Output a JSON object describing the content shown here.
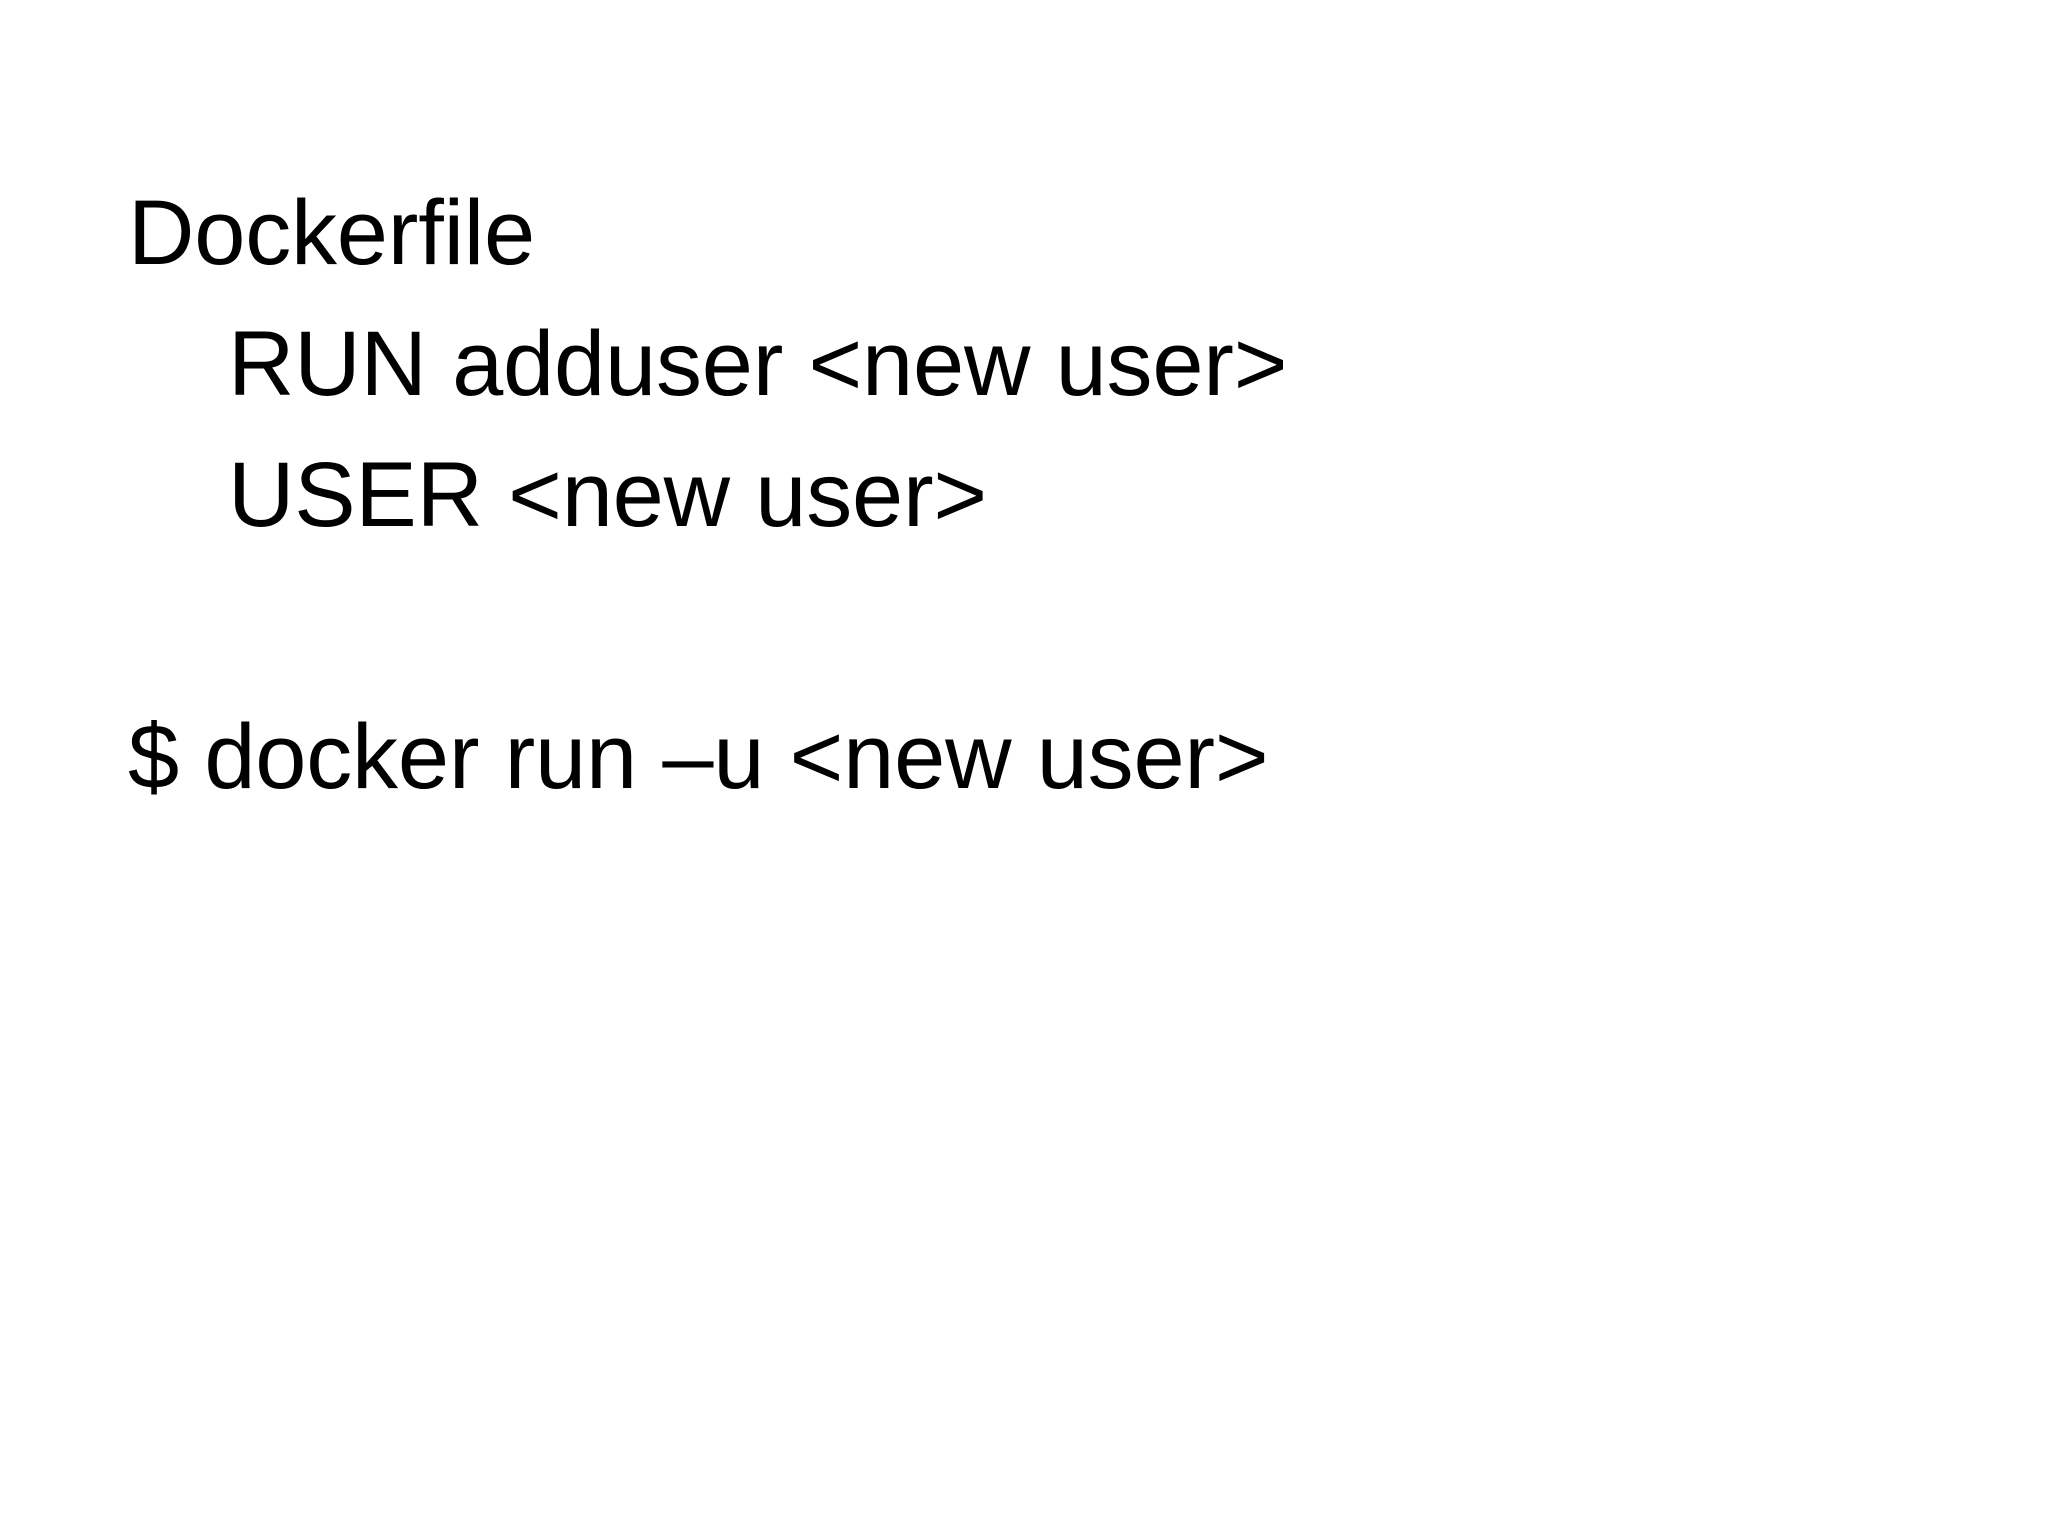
{
  "slide": {
    "background_color": "#ffffff",
    "text_color": "#000000",
    "lines": [
      {
        "id": "dockerfile-heading",
        "text": "Dockerfile",
        "indent_level": 0
      },
      {
        "id": "run-adduser",
        "text": "RUN adduser <new user>",
        "indent_level": 1
      },
      {
        "id": "user-directive",
        "text": "USER <new user>",
        "indent_level": 1
      },
      {
        "id": "spacer",
        "text": "",
        "indent_level": 0
      },
      {
        "id": "docker-run-command",
        "text": "$ docker run –u <new user>",
        "indent_level": 0
      }
    ]
  }
}
